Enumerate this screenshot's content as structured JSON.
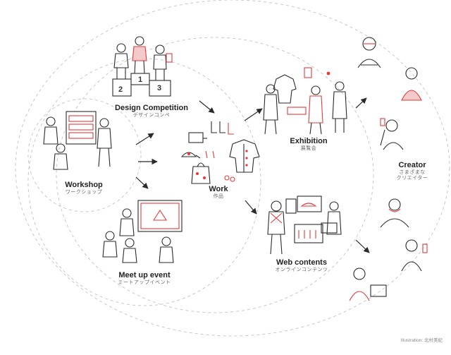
{
  "colors": {
    "ink": "#2a2a2a",
    "accent": "#e23b3b",
    "ring": "#c8c8c8",
    "label_en": "#222222",
    "label_jp": "#666666"
  },
  "nodes": {
    "design_competition": {
      "en": "Design Competition",
      "jp": "デザインコンペ",
      "podium": [
        "2",
        "1",
        "3"
      ]
    },
    "workshop": {
      "en": "Workshop",
      "jp": "ワークショップ"
    },
    "meetup": {
      "en": "Meet up event",
      "jp": "ミートアップイベント"
    },
    "work": {
      "en": "Work",
      "jp": "作品"
    },
    "exhibition": {
      "en": "Exhibition",
      "jp": "展覧会"
    },
    "web_contents": {
      "en": "Web contents",
      "jp": "オンラインコンテンツ"
    },
    "creator": {
      "en": "Creator",
      "jp1": "さまざまな",
      "jp2": "クリエイター"
    }
  },
  "credit": "Illustration: 北村美紀"
}
